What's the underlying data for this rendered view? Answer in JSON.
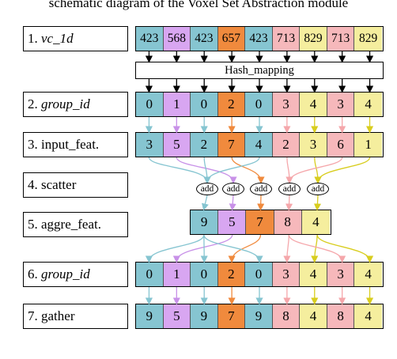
{
  "title": "schematic diagram of the Voxel Set Abstraction module",
  "labels": {
    "r1_num": "1.",
    "r1_txt": "vc_1d",
    "r2_num": "2.",
    "r2_txt": "group_id",
    "r3": "3. input_feat.",
    "r4": "4. scatter",
    "r5": "5. aggre_feat.",
    "r6_num": "6.",
    "r6_txt": "group_id",
    "r7": "7. gather"
  },
  "hash_label": "Hash_mapping",
  "add_label": "add",
  "rows": {
    "vc_1d": [
      "423",
      "568",
      "423",
      "657",
      "423",
      "713",
      "829",
      "713",
      "829"
    ],
    "group_id": [
      "0",
      "1",
      "0",
      "2",
      "0",
      "3",
      "4",
      "3",
      "4"
    ],
    "input_feat": [
      "3",
      "5",
      "2",
      "7",
      "4",
      "2",
      "3",
      "6",
      "1"
    ],
    "aggre_feat": [
      "9",
      "5",
      "7",
      "8",
      "4"
    ],
    "gather": [
      "9",
      "5",
      "9",
      "7",
      "9",
      "8",
      "4",
      "8",
      "4"
    ]
  },
  "group_colors": [
    "#86c5d1",
    "#d8a6f1",
    "#f08a3d",
    "#f6b8bb",
    "#f5ee9e"
  ],
  "arrow_colors": [
    "#86c5d1",
    "#c891e8",
    "#f08a3d",
    "#f5a7ab",
    "#d8cd1e"
  ]
}
